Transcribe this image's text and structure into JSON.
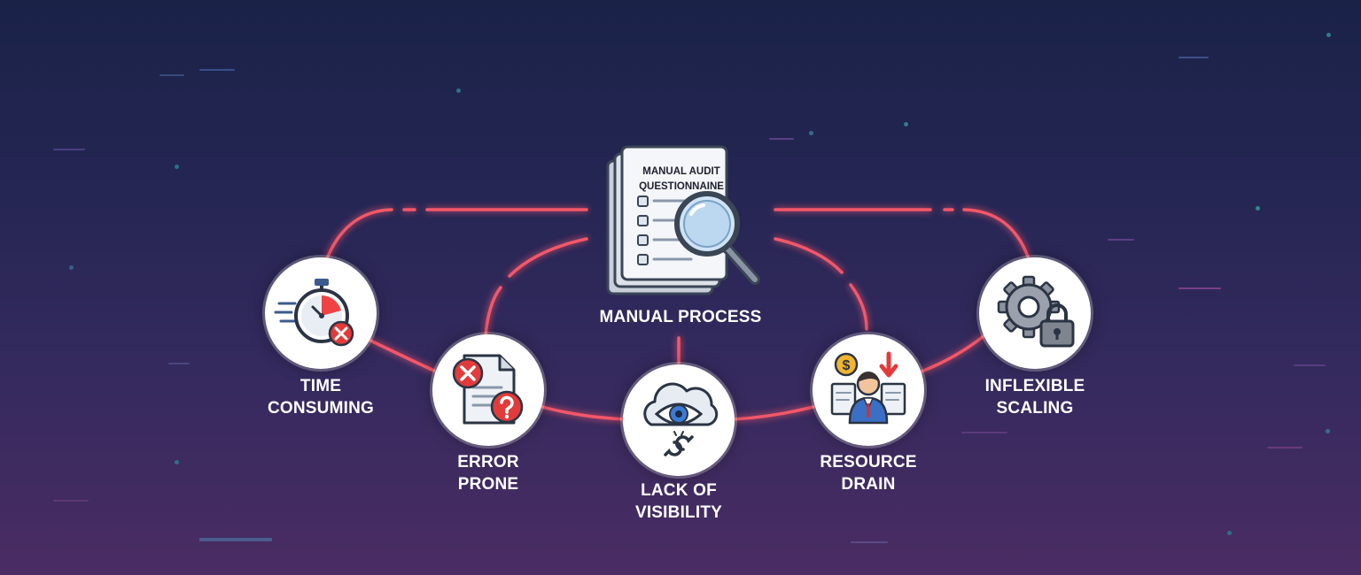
{
  "center": {
    "document_lines": [
      "MANUAL AUDIT",
      "QUESTIONNAINE"
    ],
    "label": "MANUAL PROCESS",
    "icon": "magnifier-document-icon"
  },
  "nodes": [
    {
      "id": "time",
      "lines": [
        "TIME",
        "CONSUMING"
      ],
      "icon": "stopwatch-x-icon"
    },
    {
      "id": "error",
      "lines": [
        "ERROR",
        "PRONE"
      ],
      "icon": "document-question-icon"
    },
    {
      "id": "visibility",
      "lines": [
        "LACK OF",
        "VISIBILITY"
      ],
      "icon": "cloud-eye-broken-link-icon"
    },
    {
      "id": "resource",
      "lines": [
        "RESOURCE",
        "DRAIN"
      ],
      "icon": "person-money-down-icon"
    },
    {
      "id": "scaling",
      "lines": [
        "INFLEXIBLE",
        "SCALING"
      ],
      "icon": "gear-lock-icon"
    }
  ],
  "colors": {
    "glow_line": "#ff5a6a",
    "node_bg": "#ffffff",
    "text": "#ffffff"
  }
}
